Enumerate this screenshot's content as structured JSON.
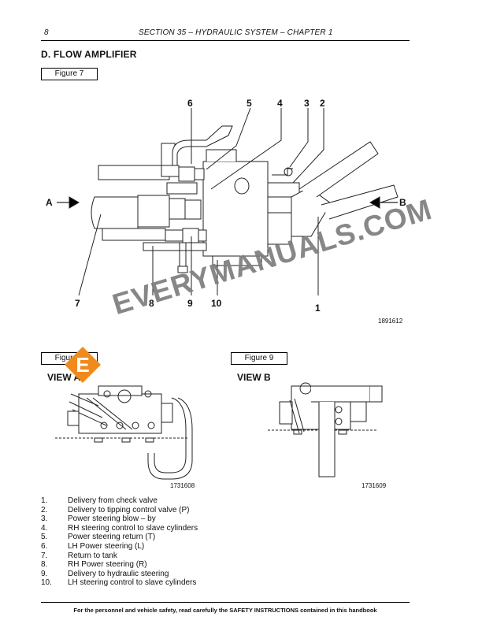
{
  "header": {
    "page_number": "8",
    "running_header": "SECTION 35 – HYDRAULIC SYSTEM – CHAPTER 1"
  },
  "section": {
    "title": "D.   FLOW AMPLIFIER"
  },
  "figure7": {
    "label": "Figure 7",
    "ref": "1891612",
    "callouts": [
      "6",
      "5",
      "4",
      "3",
      "2",
      "7",
      "8",
      "9",
      "10",
      "1"
    ],
    "arrow_a": "A",
    "arrow_b": "B"
  },
  "figure8": {
    "label": "Figure 8",
    "title": "VIEW A",
    "ref": "1731608"
  },
  "figure9": {
    "label": "Figure 9",
    "title": "VIEW B",
    "ref": "1731609"
  },
  "watermark": {
    "text": "EVERYMANUALS.COM",
    "logo_letter": "E"
  },
  "legend": [
    {
      "num": "1.",
      "text": "Delivery from check valve"
    },
    {
      "num": "2.",
      "text": "Delivery to tipping control valve (P)"
    },
    {
      "num": "3.",
      "text": "Power steering blow – by"
    },
    {
      "num": "4.",
      "text": "RH steering control to slave cylinders"
    },
    {
      "num": "5.",
      "text": "Power steering return (T)"
    },
    {
      "num": "6.",
      "text": "LH Power steering (L)"
    },
    {
      "num": "7.",
      "text": "Return to tank"
    },
    {
      "num": "8.",
      "text": "RH Power steering (R)"
    },
    {
      "num": "9.",
      "text": "Delivery to hydraulic steering"
    },
    {
      "num": "10.",
      "text": "LH steering control to slave cylinders"
    }
  ],
  "footer": {
    "text": "For the personnel and vehicle safety, read carefully the SAFETY INSTRUCTIONS contained in this handbook"
  }
}
